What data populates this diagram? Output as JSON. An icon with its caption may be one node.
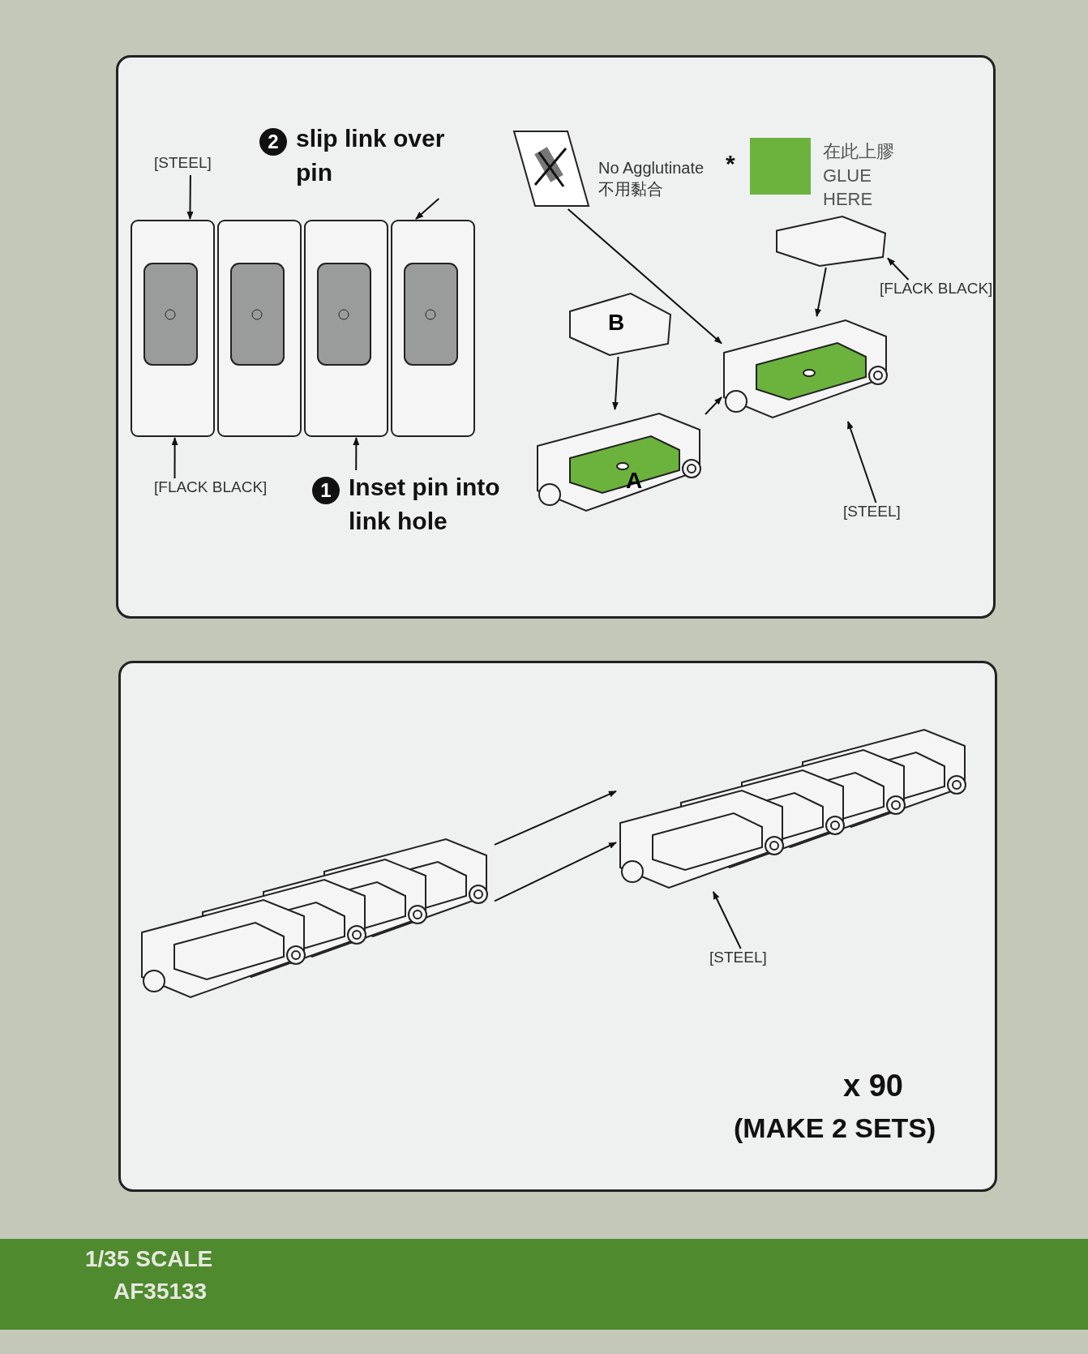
{
  "diagram": {
    "nodes": [
      {
        "text": [],
        "shape": "box"
      },
      {
        "text": [
          "[STEEL]"
        ],
        "in": 0
      },
      {
        "text": [],
        "shape": "picture",
        "in": 0
      },
      {
        "text": [
          "[FLACK BLACK]"
        ],
        "in": 0
      },
      {
        "text": [
          "2",
          "slip link over pin"
        ],
        "in": 0
      },
      {
        "text": [
          "1",
          "Inset pin into link hole"
        ],
        "in": 0
      },
      {
        "text": [],
        "shape": "picture",
        "in": 0,
        "beside": [
          "No Agglutinate",
          "不用黏合"
        ]
      },
      {
        "text": [
          "B"
        ],
        "in": 0
      },
      {
        "text": [
          "A"
        ],
        "in": 0
      },
      {
        "text": [],
        "shape": "picture",
        "in": 0
      },
      {
        "text": [],
        "shape": "picture",
        "in": 0
      },
      {
        "text": [
          "[FLACK BLACK]"
        ],
        "in": 0
      },
      {
        "text": [
          "[STEEL]"
        ],
        "in": 0
      },
      {
        "text": [],
        "shape": "box"
      },
      {
        "text": [],
        "shape": "picture",
        "in": 13
      },
      {
        "text": [],
        "shape": "picture",
        "in": 13
      },
      {
        "text": [
          "[STEEL]"
        ],
        "in": 13
      }
    ],
    "edges": [
      {
        "from": 1,
        "to": 2,
        "arrow": "to"
      },
      {
        "from": 3,
        "to": 2,
        "arrow": "to"
      },
      {
        "from": 4,
        "to": 2,
        "arrow": "to"
      },
      {
        "from": 5,
        "to": 2,
        "arrow": "to"
      },
      {
        "from": 6,
        "to": 10,
        "arrow": "to"
      },
      {
        "from": 7,
        "to": 8,
        "arrow": "to"
      },
      {
        "from": 8,
        "to": 10,
        "arrow": "to"
      },
      {
        "from": 9,
        "to": 10,
        "arrow": "to"
      },
      {
        "from": 11,
        "to": 9,
        "arrow": "to"
      },
      {
        "from": 12,
        "to": 10,
        "arrow": "to"
      },
      {
        "from": 14,
        "to": 15,
        "arrow": "to"
      },
      {
        "from": 14,
        "to": 15,
        "arrow": "to"
      },
      {
        "from": 16,
        "to": 15,
        "arrow": "to"
      }
    ],
    "labels": [
      "*",
      "x 90",
      "(MAKE 2 SETS)",
      "1/35 SCALE",
      "AF35133"
    ],
    "legend": [
      {
        "text": "在此上膠 GLUE HERE",
        "color": "#6cb33e"
      }
    ]
  }
}
